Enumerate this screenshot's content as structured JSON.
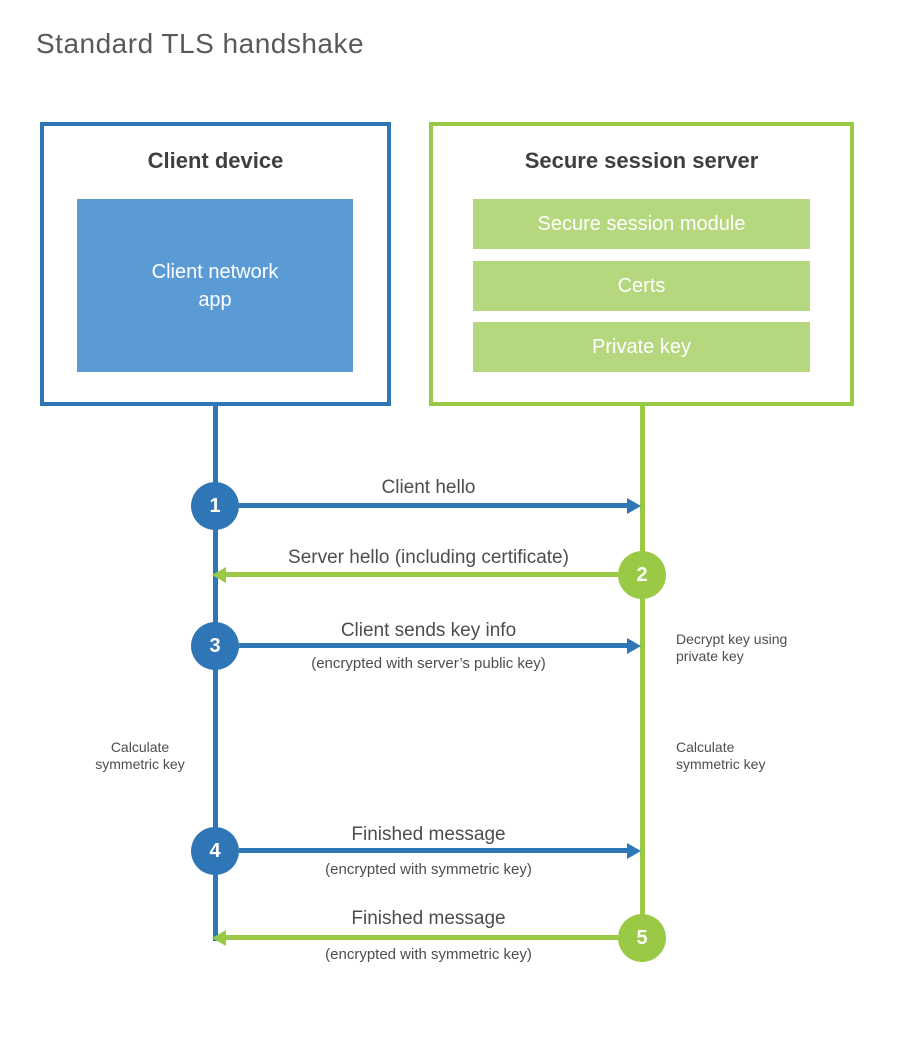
{
  "title": "Standard TLS handshake",
  "client": {
    "title": "Client device",
    "app_label": "Client network\napp"
  },
  "server": {
    "title": "Secure session server",
    "modules": [
      "Secure session module",
      "Certs",
      "Private key"
    ]
  },
  "messages": [
    {
      "number": "1",
      "label": "Client hello",
      "sublabel": "",
      "direction": "right"
    },
    {
      "number": "2",
      "label": "Server hello (including certificate)",
      "sublabel": "",
      "direction": "left"
    },
    {
      "number": "3",
      "label": "Client sends key info",
      "sublabel": "(encrypted with server’s public key)",
      "direction": "right"
    },
    {
      "number": "4",
      "label": "Finished message",
      "sublabel": "(encrypted with symmetric key)",
      "direction": "right"
    },
    {
      "number": "5",
      "label": "Finished message",
      "sublabel": "(encrypted with symmetric key)",
      "direction": "left"
    }
  ],
  "notes": {
    "decrypt": "Decrypt key using private key",
    "calc_left": "Calculate symmetric key",
    "calc_right": "Calculate symmetric key"
  },
  "colors": {
    "client_accent": "#2E76B6",
    "client_fill": "#5B9BD5",
    "server_accent": "#9ACA45",
    "server_fill": "#B5D87E",
    "text": "#4D4D4D"
  }
}
